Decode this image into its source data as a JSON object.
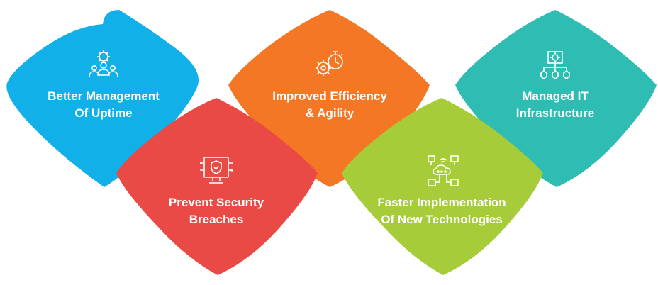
{
  "colors": {
    "blue": "#12b0e8",
    "red": "#ea4a45",
    "orange": "#f47725",
    "green": "#a7cc3a",
    "teal": "#2fbcb3"
  },
  "tiles": [
    {
      "id": "uptime",
      "color": "blue",
      "icon": "team-gear-icon",
      "line1": "Better Management",
      "line2": "Of Uptime"
    },
    {
      "id": "security",
      "color": "red",
      "icon": "shield-monitor-icon",
      "line1": "Prevent Security",
      "line2": "Breaches"
    },
    {
      "id": "efficiency",
      "color": "orange",
      "icon": "gears-stopwatch-icon",
      "line1": "Improved Efficiency",
      "line2": "& Agility"
    },
    {
      "id": "newtech",
      "color": "green",
      "icon": "cloud-network-icon",
      "line1": "Faster Implementation",
      "line2": "Of New Technologies"
    },
    {
      "id": "infra",
      "color": "teal",
      "icon": "gear-network-icon",
      "line1": "Managed IT",
      "line2": "Infrastructure"
    }
  ]
}
